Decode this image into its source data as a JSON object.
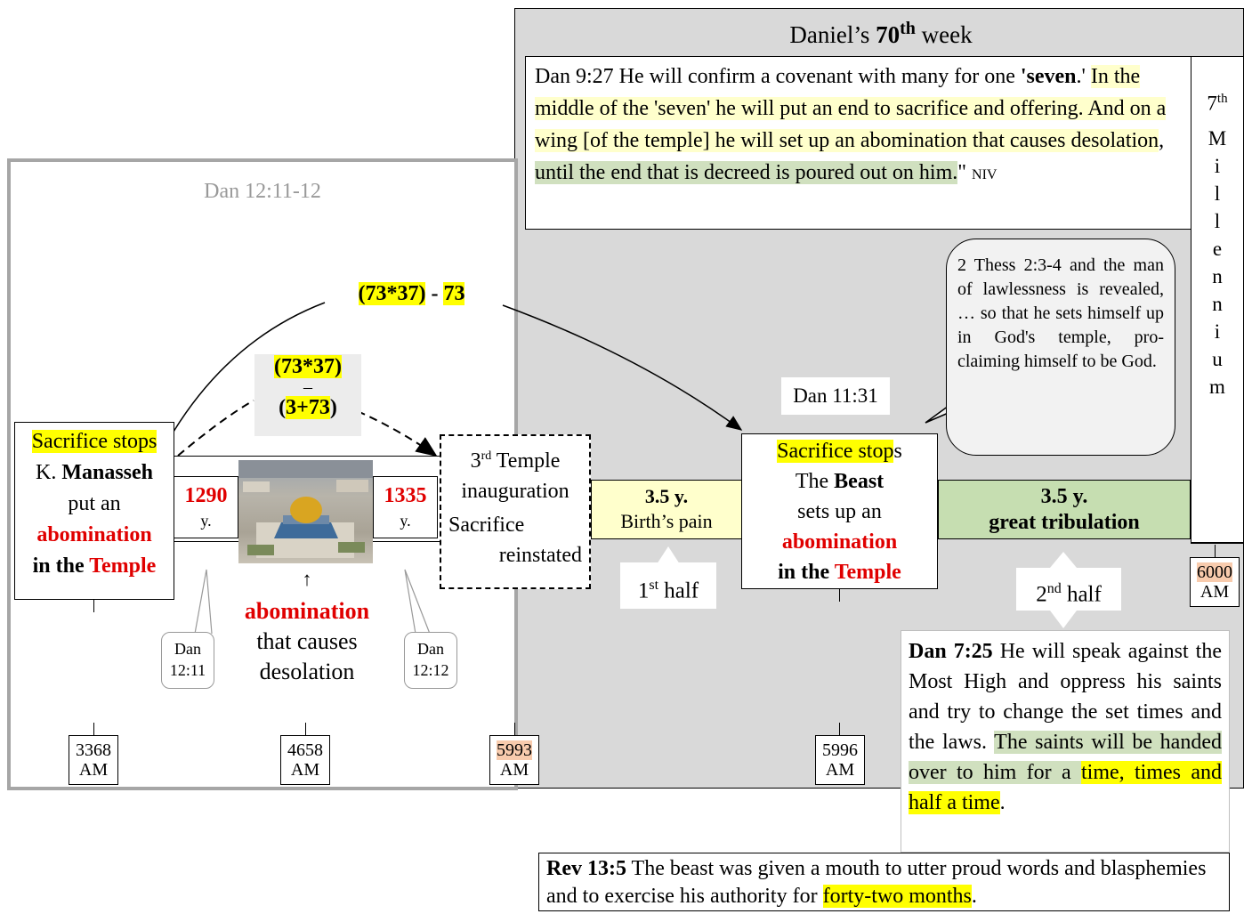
{
  "top_panel": {
    "title_prefix": "Daniel’s ",
    "title_num": "70",
    "title_sup": "th",
    "title_suffix": " week"
  },
  "dan927": {
    "p1": "Dan 9:27 He will confirm a covenant with many for one ",
    "p2": "'seven",
    "p3": ".' ",
    "p4": "In the middle of the 'seven' he will put an end to sacrifice and offering. And on a wing [of the temple] he will set up an abomination that causes desolation",
    "p5": ", ",
    "p6": "until the end that is decreed is poured out on him.",
    "p7": "\" ",
    "p8": "NIV"
  },
  "millennium": {
    "num": "7",
    "sup": "th",
    "letters": [
      "M",
      "i",
      "l",
      "l",
      "e",
      "n",
      "n",
      "i",
      "u",
      "m"
    ]
  },
  "left_panel": {
    "title": "Dan 12:11-12"
  },
  "formula_top": {
    "a": "(73*37)",
    "b": " - ",
    "c": "73"
  },
  "formula_mid": {
    "a": "(73*37)",
    "minus": "–",
    "c1": "(",
    "c2": "3+73",
    "c3": ")"
  },
  "manasseh": {
    "line1": "Sacrifice stops",
    "k": "K. ",
    "name": "Manasseh",
    "put": "put an",
    "abom": "abomination",
    "inthe": "in the ",
    "temple": "Temple"
  },
  "d1290": {
    "num": "1290",
    "unit": "y."
  },
  "d1335": {
    "num": "1335",
    "unit": "y."
  },
  "abomination_caption": {
    "arrow": "↑",
    "word": "abomination",
    "rest1": "that causes",
    "rest2": "desolation"
  },
  "callout_1211": {
    "l1": "Dan",
    "l2": "12:11"
  },
  "callout_1212": {
    "l1": "Dan",
    "l2": "12:12"
  },
  "third_temple": {
    "num": "3",
    "sup": "rd",
    "l1": " Temple",
    "l2": "inauguration",
    "l3": "Sacrifice",
    "l4": "reinstated"
  },
  "first_half_bar": {
    "years": "3.5 y.",
    "label": "Birth’s pain"
  },
  "first_half_tag": {
    "num": "1",
    "sup": "st",
    "word": " half"
  },
  "dan1131": "Dan 11:31",
  "beast": {
    "l1a": "Sacrifice stop",
    "l1b": "s",
    "the": "The ",
    "beast": "Beast",
    "sets": "sets up an",
    "abom": "abomination",
    "inthe": "in the ",
    "temple": "Temple"
  },
  "second_half_bar": {
    "years": "3.5 y.",
    "label": "great tribulation"
  },
  "second_half_tag": {
    "num": "2",
    "sup": "nd",
    "word": " half"
  },
  "thess": "2 Thess 2:3-4 and the man of lawlessness is revealed, … so that he sets himself up in God's temple, pro-claiming himself to be God.",
  "dan725": {
    "ref": "Dan 7:25",
    "t1": " He will speak against the Most High and oppress his saints and try to change the set times and the laws. ",
    "t2": "The saints will be handed over to him for a ",
    "t3": "time, times and half a time",
    "t4": "."
  },
  "rev135": {
    "ref": "Rev 13:5",
    "t1": " The beast was given a mouth to utter proud words and blasphemies and to exercise his authority for ",
    "t2": "forty-two months",
    "t3": "."
  },
  "years": {
    "y3368": {
      "n": "3368",
      "u": "AM"
    },
    "y4658": {
      "n": "4658",
      "u": "AM"
    },
    "y5993": {
      "n": "5993",
      "u": "AM"
    },
    "y5996": {
      "n": "5996",
      "u": "AM"
    },
    "y6000": {
      "n": "6000",
      "u": "AM"
    }
  },
  "colors": {
    "panel_gray": "#d9d9d9",
    "highlight_yellow": "#ffff00",
    "highlight_light_yellow": "#ffffcc",
    "highlight_green": "#d0e0bf",
    "highlight_orange": "#f8cbad",
    "red_text": "#e00000"
  }
}
